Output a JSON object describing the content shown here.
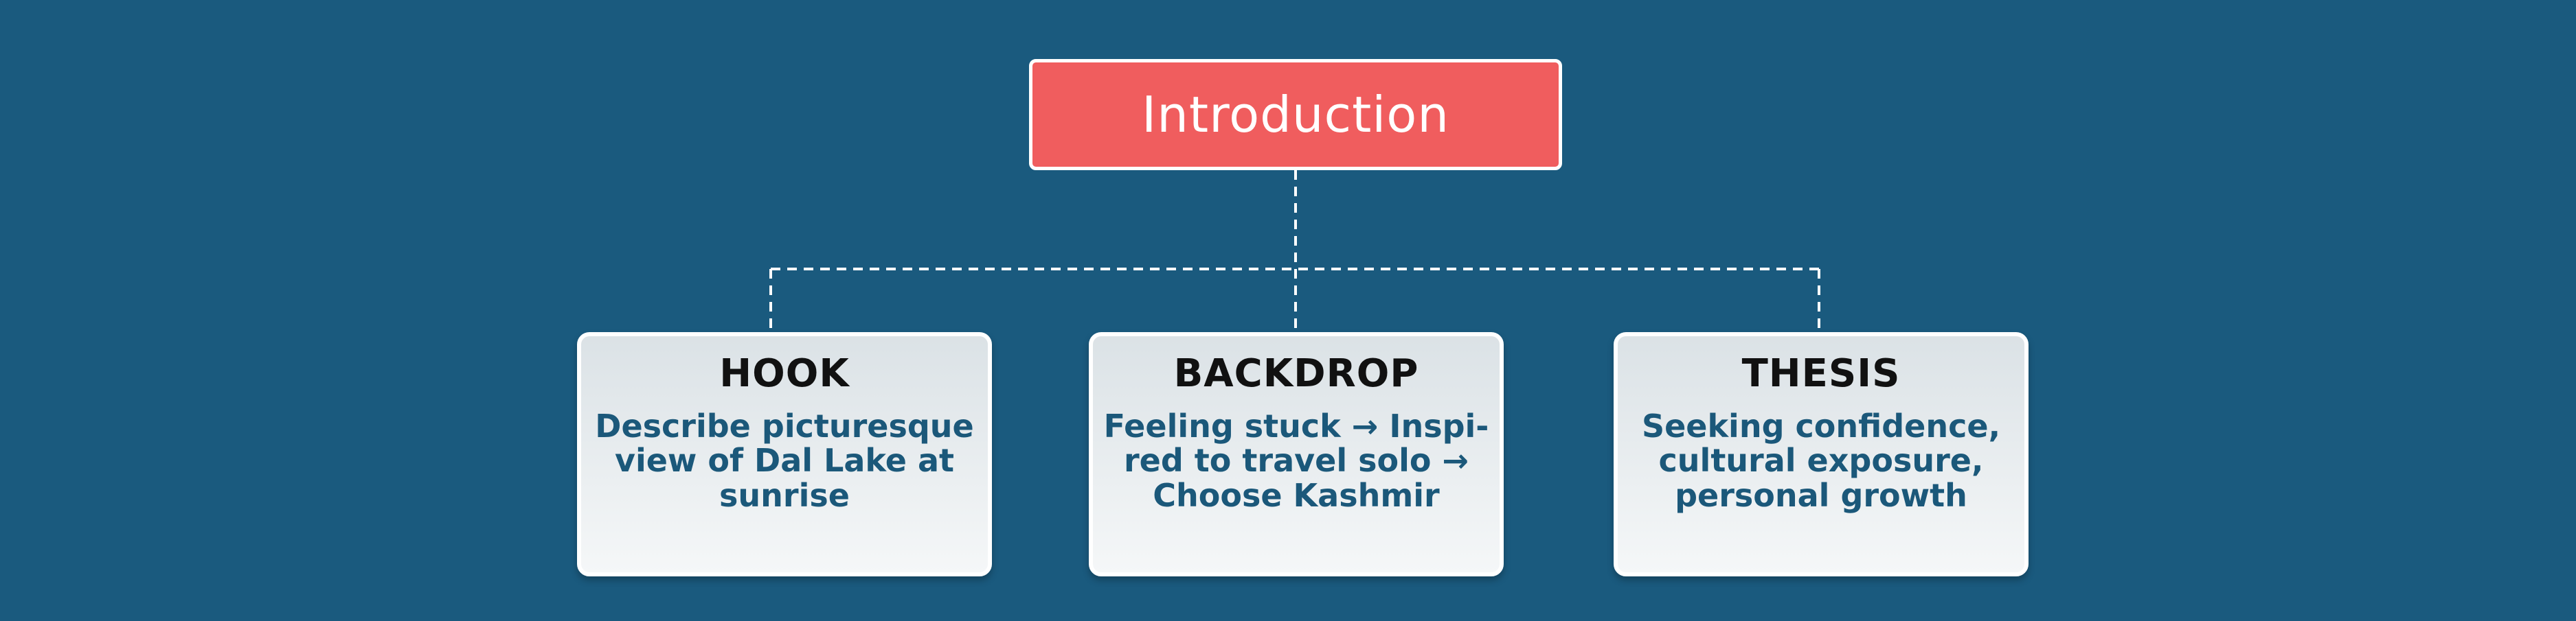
{
  "root": {
    "label": "Introduction"
  },
  "branches": [
    {
      "title": "HOOK",
      "lines": [
        "Describe picturesque",
        "view of Dal Lake at",
        "sunrise"
      ]
    },
    {
      "title": "BACKDROP",
      "lines": [
        "Feeling stuck → Inspi-",
        "red to travel solo →",
        "Choose Kashmir"
      ]
    },
    {
      "title": "THESIS",
      "lines": [
        "Seeking confidence,",
        "cultural exposure,",
        "personal growth"
      ]
    }
  ],
  "colors": {
    "background": "#1a5a7e",
    "root_fill": "#f05d5e",
    "card_title": "#111111",
    "card_body": "#1b587a"
  }
}
